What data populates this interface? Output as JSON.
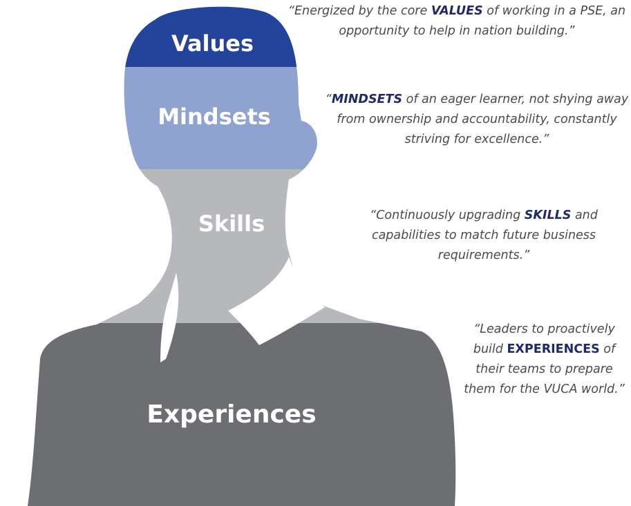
{
  "colors": {
    "values": "#23449a",
    "mindsets": "#8ea3cf",
    "skills": "#b7b8bb",
    "experiences": "#6d6e71",
    "collar": "#ffffff",
    "quote_text": "#4a4a4a",
    "keyword": "#1f2a6e"
  },
  "layers": {
    "values": "Values",
    "mindsets": "Mindsets",
    "skills": "Skills",
    "experiences": "Experiences"
  },
  "quotes": {
    "values": {
      "pre": "“Energized by the core ",
      "key": "VALUES",
      "post": " of working in a PSE, an opportunity to help in nation building.”"
    },
    "mindsets": {
      "pre": "“",
      "key": "MINDSETS",
      "post": " of an eager learner, not shying away from ownership and accountability, constantly striving for excellence.”"
    },
    "skills": {
      "pre": "“Continuously upgrading ",
      "key": "SKILLS",
      "post": " and capabilities to match future business requirements.”"
    },
    "experiences": {
      "pre": "“Leaders to proactively build ",
      "key": "EXPERIENCES",
      "post": " of their teams to prepare them for the VUCA world.”"
    }
  }
}
